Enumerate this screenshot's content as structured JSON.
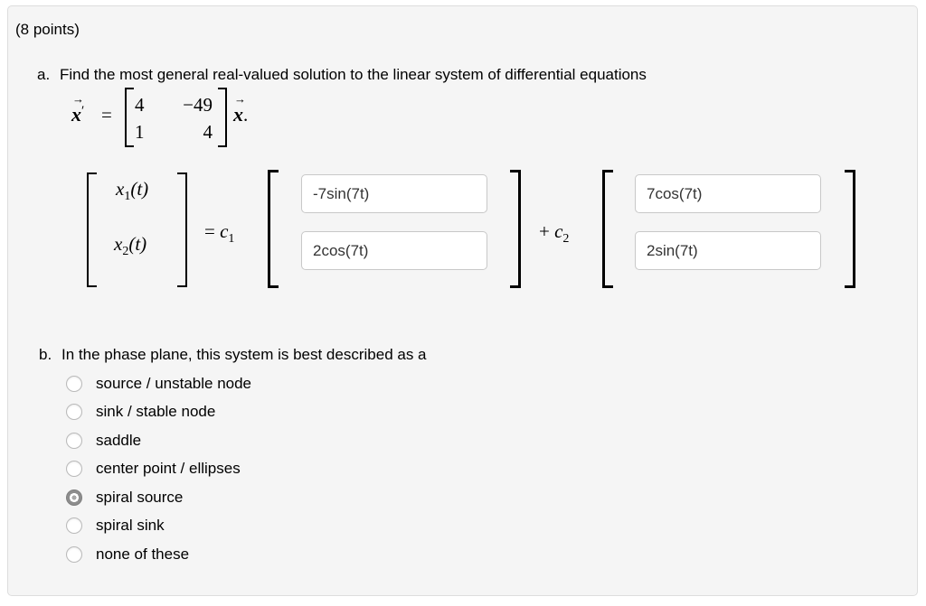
{
  "colors": {
    "page_bg": "#ffffff",
    "panel_bg": "#f5f5f5",
    "panel_border": "#dddddd",
    "input_border": "#c8c8c8",
    "input_text": "#333333",
    "radio_border": "#b9b9b9",
    "radio_selected": "#8d8d8d",
    "text": "#000000"
  },
  "header": {
    "points_label": "(8 points)"
  },
  "part_a": {
    "item_label": "a.",
    "prompt": "Find the most general real-valued solution to the linear system of differential equations",
    "equation": {
      "lhs_letter": "x",
      "vec_arrow": "→",
      "prime": "′",
      "equals": "=",
      "matrix": {
        "r1c1": "4",
        "r1c2": "−49",
        "r2c1": "1",
        "r2c2": "4"
      },
      "rhs_letter": "x",
      "rhs_period": "."
    },
    "solution": {
      "x1_letter": "x",
      "x1_sub": "1",
      "x1_arg": "(t)",
      "x2_letter": "x",
      "x2_sub": "2",
      "x2_arg": "(t)",
      "equals": "=",
      "c1_letter": "c",
      "c1_sub": "1",
      "plus": "+",
      "c2_letter": "c",
      "c2_sub": "2",
      "answers": {
        "vector1_row1": "-7sin(7t)",
        "vector1_row2": "2cos(7t)",
        "vector2_row1": "7cos(7t)",
        "vector2_row2": "2sin(7t)"
      }
    }
  },
  "part_b": {
    "item_label": "b.",
    "prompt": "In the phase plane, this system is best described as a",
    "options": [
      {
        "label": "source / unstable node",
        "selected": false
      },
      {
        "label": "sink / stable node",
        "selected": false
      },
      {
        "label": "saddle",
        "selected": false
      },
      {
        "label": "center point / ellipses",
        "selected": false
      },
      {
        "label": "spiral source",
        "selected": true
      },
      {
        "label": "spiral sink",
        "selected": false
      },
      {
        "label": "none of these",
        "selected": false
      }
    ]
  }
}
